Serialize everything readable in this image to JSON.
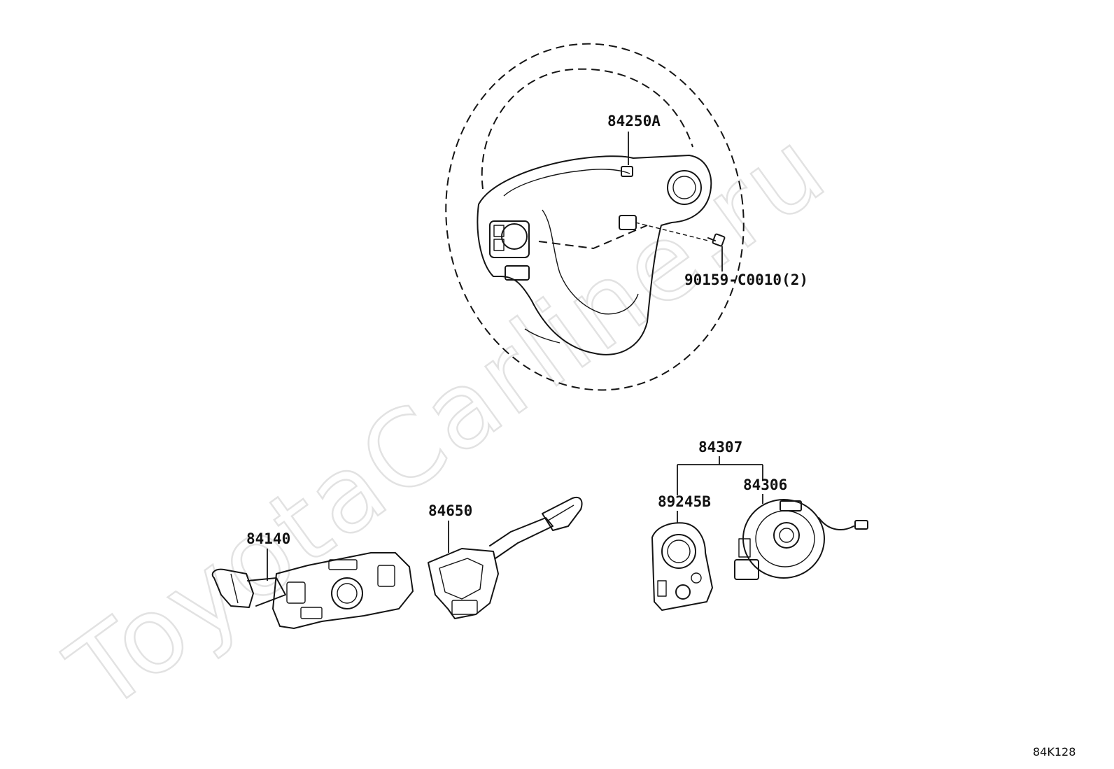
{
  "watermark": "ToyotaCarline.ru",
  "reference_code": "84K128",
  "parts": [
    {
      "id": "steering-wheel",
      "number": "84250A"
    },
    {
      "id": "screw",
      "number": "90159-C0010(2)"
    },
    {
      "id": "spiral-cable-assy",
      "number": "84307"
    },
    {
      "id": "spiral-cable",
      "number": "84306"
    },
    {
      "id": "steering-sensor",
      "number": "89245B"
    },
    {
      "id": "wiper-switch",
      "number": "84650"
    },
    {
      "id": "headlamp-turn-switch",
      "number": "84140"
    }
  ]
}
